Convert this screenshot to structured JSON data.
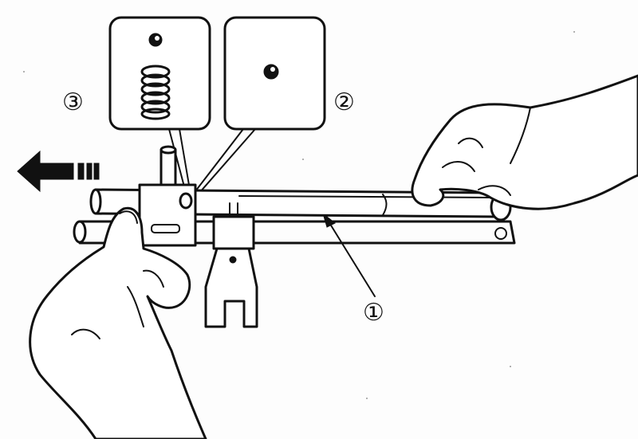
{
  "callouts": [
    {
      "id": "rod",
      "label": "①"
    },
    {
      "id": "ball",
      "label": "②"
    },
    {
      "id": "spring-and-ball",
      "label": "③"
    }
  ]
}
